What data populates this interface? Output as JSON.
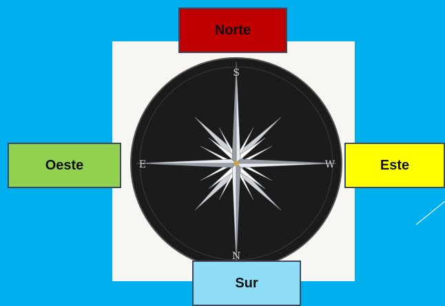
{
  "directions": {
    "north": "Norte",
    "west": "Oeste",
    "east": "Este",
    "south": "Sur"
  },
  "compass_letters": {
    "top": "S",
    "bottom": "N",
    "left": "E",
    "right": "W"
  },
  "colors": {
    "background": "#00b0ee",
    "north": "#c00000",
    "west": "#92d050",
    "east": "#ffff00",
    "south": "#8fdcf7"
  }
}
